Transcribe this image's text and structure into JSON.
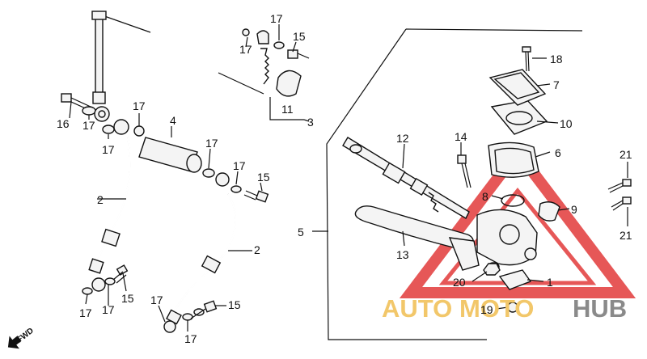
{
  "labels": {
    "l1": "1",
    "l2a": "2",
    "l2b": "2",
    "l3": "3",
    "l4": "4",
    "l5": "5",
    "l6": "6",
    "l7": "7",
    "l8": "8",
    "l9": "9",
    "l10": "10",
    "l11": "11",
    "l12": "12",
    "l13": "13",
    "l14": "14",
    "l15a": "15",
    "l15b": "15",
    "l15c": "15",
    "l15d": "15",
    "l16": "16",
    "l17a": "17",
    "l17b": "17",
    "l17c": "17",
    "l17d": "17",
    "l17e": "17",
    "l17f": "17",
    "l17g": "17",
    "l17h": "17",
    "l17i": "17",
    "l17j": "17",
    "l18": "18",
    "l19": "19",
    "l20": "20",
    "l21a": "21",
    "l21b": "21"
  },
  "fwd": "FWD",
  "watermark": {
    "part1": "AUTO",
    "part2": "MOTO",
    "part3": "HUB"
  },
  "colors": {
    "wm_orange": "#f2c76a",
    "wm_gray": "#8a8a8a",
    "triangle": "#e23a3a"
  }
}
